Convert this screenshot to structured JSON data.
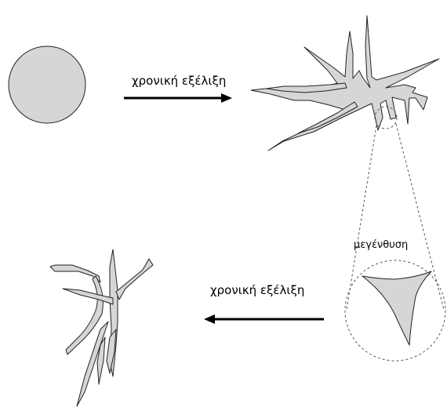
{
  "labels": {
    "time_evolution_top": "χρονική εξέλιξη",
    "time_evolution_bottom": "χρονική εξέλιξη",
    "magnification": "μεγένθυση"
  },
  "colors": {
    "shape_fill": "#d6d6d6",
    "outline": "#222222",
    "arrow": "#000000",
    "dashed_guide": "#555555"
  }
}
